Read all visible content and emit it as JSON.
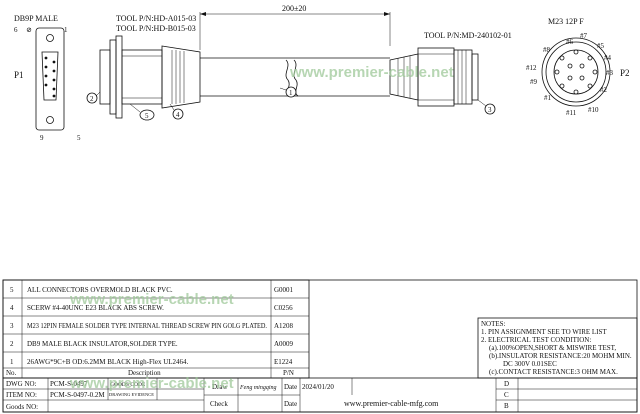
{
  "connectors": {
    "p1_title": "DB9P MALE",
    "p1_label": "P1",
    "p1_pin6": "6",
    "p1_pin1": "1",
    "p1_pin9": "9",
    "p1_pin5": "5",
    "tool_left_1": "TOOL P/N:HD-A015-03",
    "tool_left_2": "TOOL P/N:HD-B015-03",
    "tool_right": "TOOL P/N:MD-240102-01",
    "dimension": "200±20",
    "p2_title": "M23 12P F",
    "p2_label": "P2",
    "p2_pins": [
      "#1",
      "#2",
      "#3",
      "#4",
      "#5",
      "#6",
      "#7",
      "#8",
      "#9",
      "#10",
      "#11",
      "#12"
    ]
  },
  "callouts": [
    "1",
    "2",
    "3",
    "4",
    "5"
  ],
  "bom": [
    {
      "no": "5",
      "description": "ALL CONNECTORS OVERMOLD BLACK PVC.",
      "pn": "G0001"
    },
    {
      "no": "4",
      "description": "SCERW #4-40UNC E23 BLACK ABS SCREW.",
      "pn": "C0256"
    },
    {
      "no": "3",
      "description": "M23 12PIN FEMALE SOLDER TYPE INTERNAL THREAD SCREW PIN GOLG PLATED.",
      "pn": "A1208"
    },
    {
      "no": "2",
      "description": "DB9 MALE BLACK INSULATOR,SOLDER TYPE.",
      "pn": "A0009"
    },
    {
      "no": "1",
      "description": "26AWG*9C+B OD:6.2MM BLACK High-Flex UL2464.",
      "pn": "E1224"
    }
  ],
  "bom_header": {
    "no": "No.",
    "description": "Description",
    "pn": "P/N"
  },
  "notes": {
    "title": "NOTES:",
    "lines": [
      "1. PIN ASSIGNMENT SEE TO WIRE LIST",
      "2. ELECTRICAL TEST CONDITION:",
      "(a).100%OPEN,SHORT & MISWIRE TEST,",
      "(b).INSULATOR RESISTANCE:20 MOHM MIN.",
      "DC 300V 0.01SEC",
      "(c).CONTACT RESISTANCE:3 OHM MAX."
    ]
  },
  "title_block": {
    "dwg_no_label": "DWG NO:",
    "dwg_no": "PCM-S-0497",
    "goods_code_label": "GOODS CODE",
    "item_no_label": "ITEM NO:",
    "item_no": "PCM-S-0497-0.2M",
    "drawing_evidence_label": "DRAWING EVIDENCE",
    "goods_no_label": "Goods NO:",
    "draw_label": "Draw",
    "draw_signature": "Feng mingqing",
    "date_label": "Date",
    "date_value": "2024/01/20",
    "check_label": "Check",
    "website": "www.premier-cable-mfg.com",
    "rev_d": "D",
    "rev_c": "C",
    "rev_b": "B"
  },
  "watermark": {
    "text": "www.premier-cable.net"
  }
}
